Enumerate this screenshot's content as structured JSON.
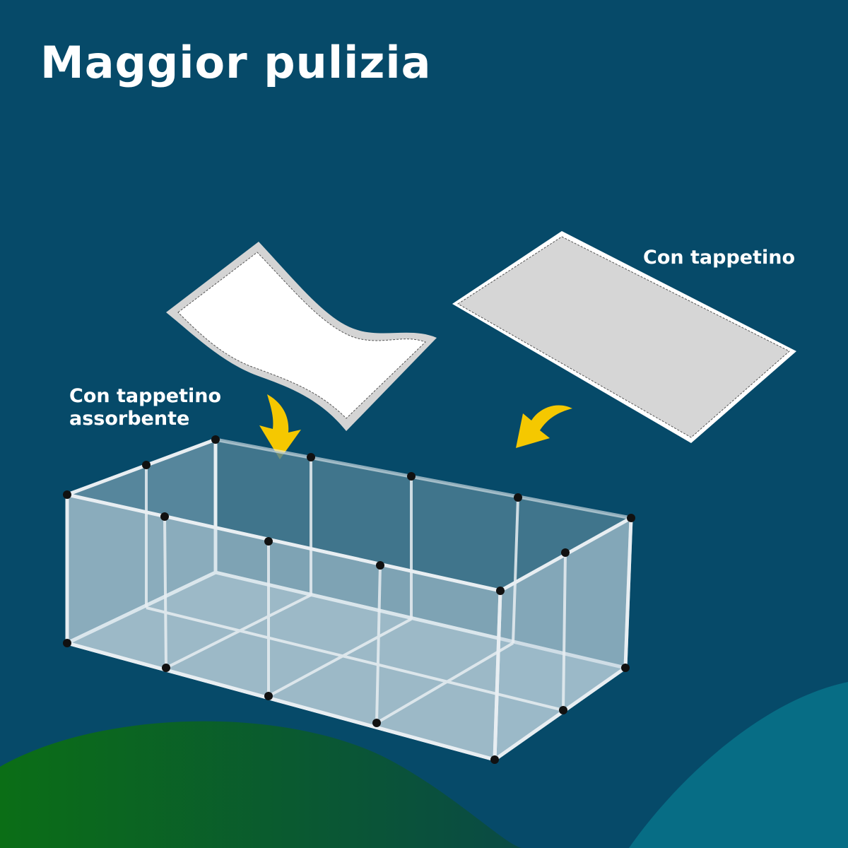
{
  "title": "Maggior pulizia",
  "labels": {
    "mat": "Con tappetino",
    "absorbent_line1": "Con tappetino",
    "absorbent_line2": "assorbente"
  },
  "colors": {
    "background": "#064a69",
    "arrow": "#f5c800",
    "green_blob": "#0b6a1c",
    "teal_blob": "#076d85"
  }
}
